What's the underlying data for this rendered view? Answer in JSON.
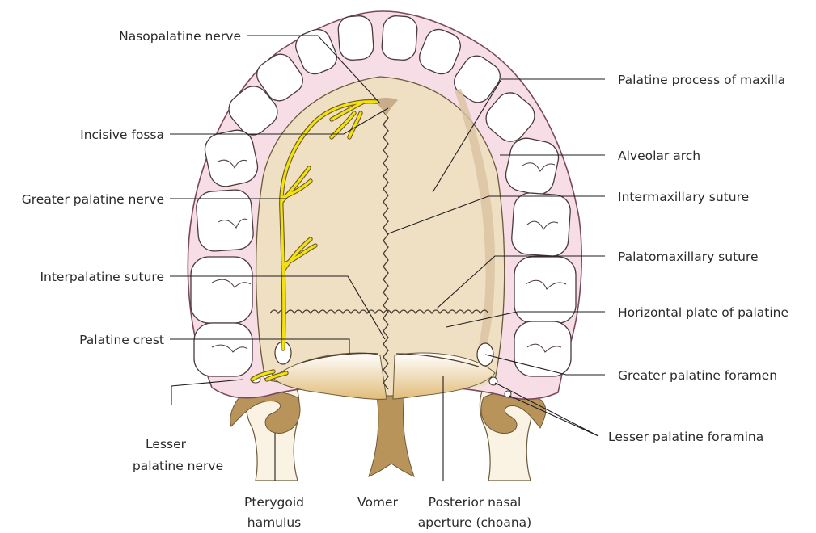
{
  "diagram": {
    "labels": {
      "nasopalatine_nerve": "Nasopalatine nerve",
      "incisive_fossa": "Incisive fossa",
      "greater_palatine_nerve": "Greater palatine nerve",
      "interpalatine_suture": "Interpalatine suture",
      "palatine_crest": "Palatine crest",
      "lesser_palatine_nerve_1": "Lesser",
      "lesser_palatine_nerve_2": "palatine nerve",
      "pterygoid_hamulus_1": "Pterygoid",
      "pterygoid_hamulus_2": "hamulus",
      "vomer": "Vomer",
      "posterior_nasal_aperture_1": "Posterior nasal",
      "posterior_nasal_aperture_2": "aperture (choana)",
      "palatine_process_of_maxilla": "Palatine process of maxilla",
      "alveolar_arch": "Alveolar arch",
      "intermaxillary_suture": "Intermaxillary suture",
      "palatomaxillary_suture": "Palatomaxillary suture",
      "horizontal_plate_of_palatine": "Horizontal plate of palatine",
      "greater_palatine_foramen": "Greater palatine foramen",
      "lesser_palatine_foramina": "Lesser palatine foramina"
    },
    "colors": {
      "gum": "#f7dde6",
      "gum_outline": "#7a4a5a",
      "palate": "#efe0c4",
      "nerve": "#f4e20c",
      "tooth": "#ffffff",
      "bone": "#b8945a",
      "leader": "#1e1e1e"
    }
  }
}
